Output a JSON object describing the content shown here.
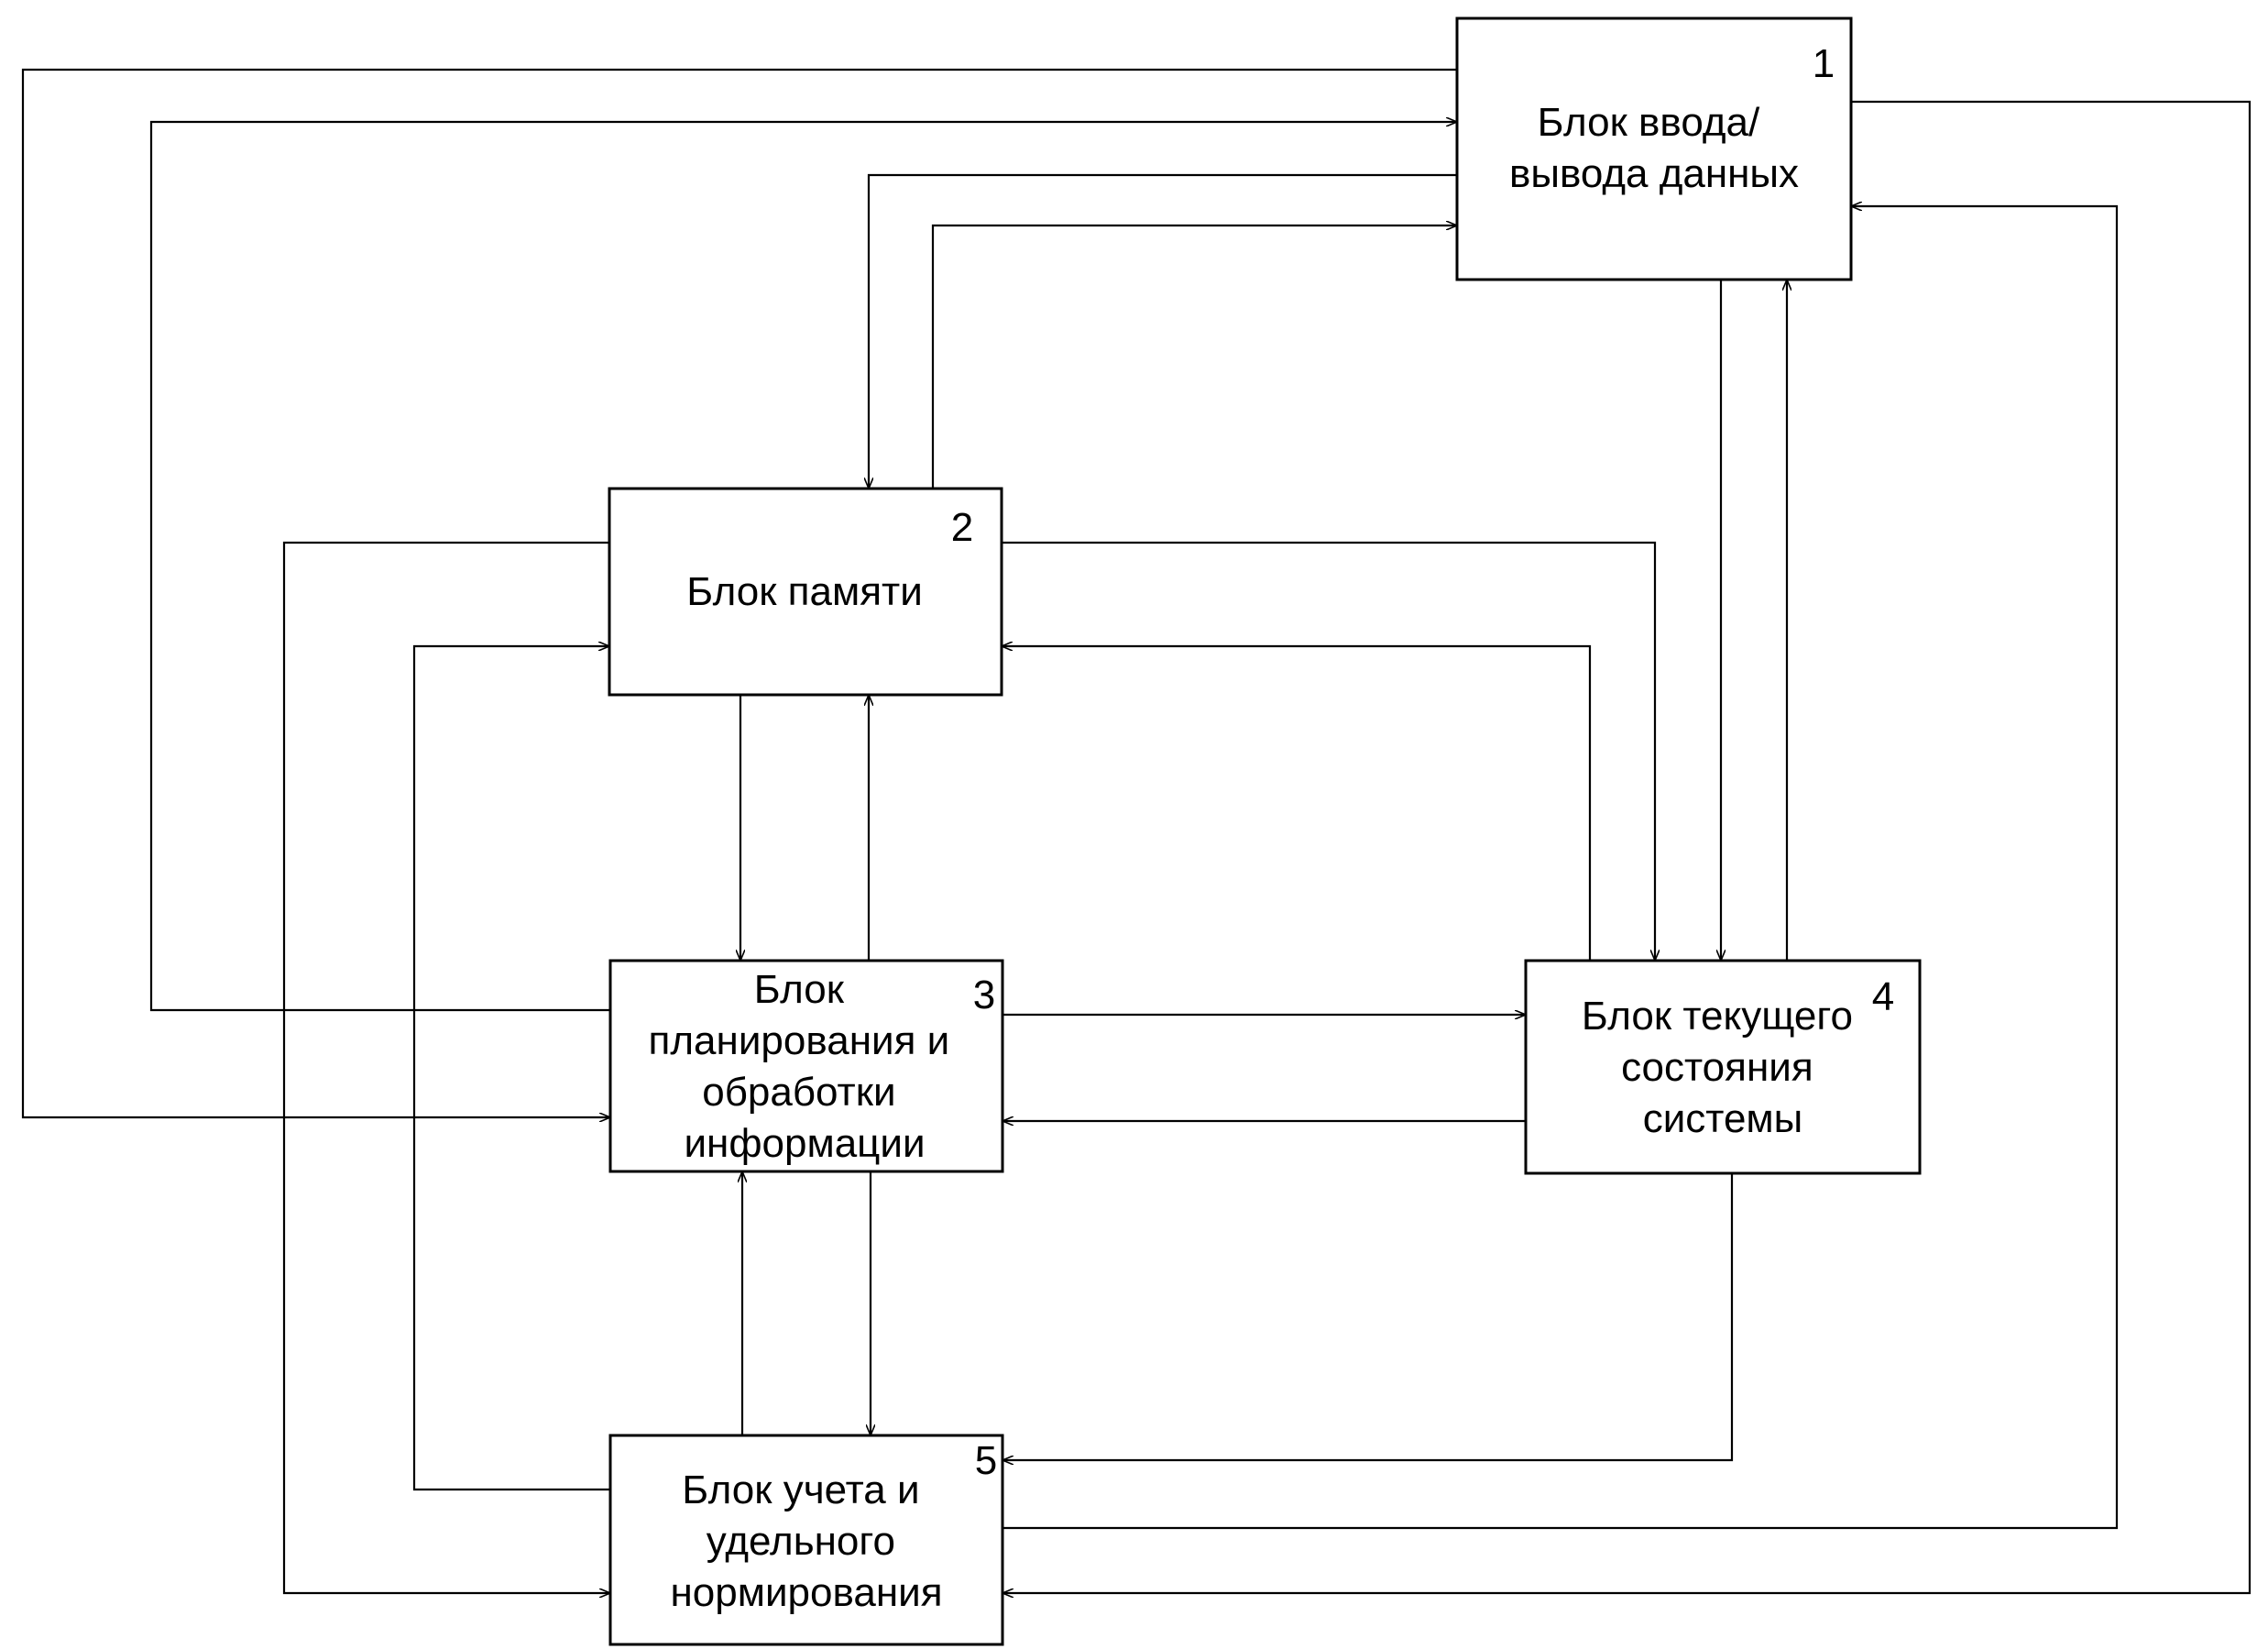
{
  "blocks": [
    {
      "id": "b1",
      "number": "1",
      "lines": [
        "Блок ввода/",
        "вывода данных"
      ]
    },
    {
      "id": "b2",
      "number": "2",
      "lines": [
        "Блок памяти"
      ]
    },
    {
      "id": "b3",
      "number": "3",
      "lines": [
        "Блок",
        "планирования и",
        "обработки",
        "информации"
      ]
    },
    {
      "id": "b4",
      "number": "4",
      "lines": [
        "Блок текущего",
        "состояния",
        "системы"
      ]
    },
    {
      "id": "b5",
      "number": "5",
      "lines": [
        "Блок учета и",
        "удельного",
        "нормирования"
      ]
    }
  ],
  "connections": [
    {
      "from": "b1",
      "to": "b3"
    },
    {
      "from": "b3",
      "to": "b1"
    },
    {
      "from": "b1",
      "to": "b2"
    },
    {
      "from": "b2",
      "to": "b1"
    },
    {
      "from": "b1",
      "to": "b4"
    },
    {
      "from": "b4",
      "to": "b1"
    },
    {
      "from": "b1",
      "to": "b5"
    },
    {
      "from": "b5",
      "to": "b1"
    },
    {
      "from": "b2",
      "to": "b3"
    },
    {
      "from": "b3",
      "to": "b2"
    },
    {
      "from": "b2",
      "to": "b4"
    },
    {
      "from": "b4",
      "to": "b2"
    },
    {
      "from": "b2",
      "to": "b5"
    },
    {
      "from": "b5",
      "to": "b2"
    },
    {
      "from": "b3",
      "to": "b4"
    },
    {
      "from": "b4",
      "to": "b3"
    },
    {
      "from": "b3",
      "to": "b5"
    },
    {
      "from": "b5",
      "to": "b3"
    },
    {
      "from": "b4",
      "to": "b5"
    }
  ],
  "colors": {
    "line": "#000000",
    "background": "#ffffff"
  }
}
